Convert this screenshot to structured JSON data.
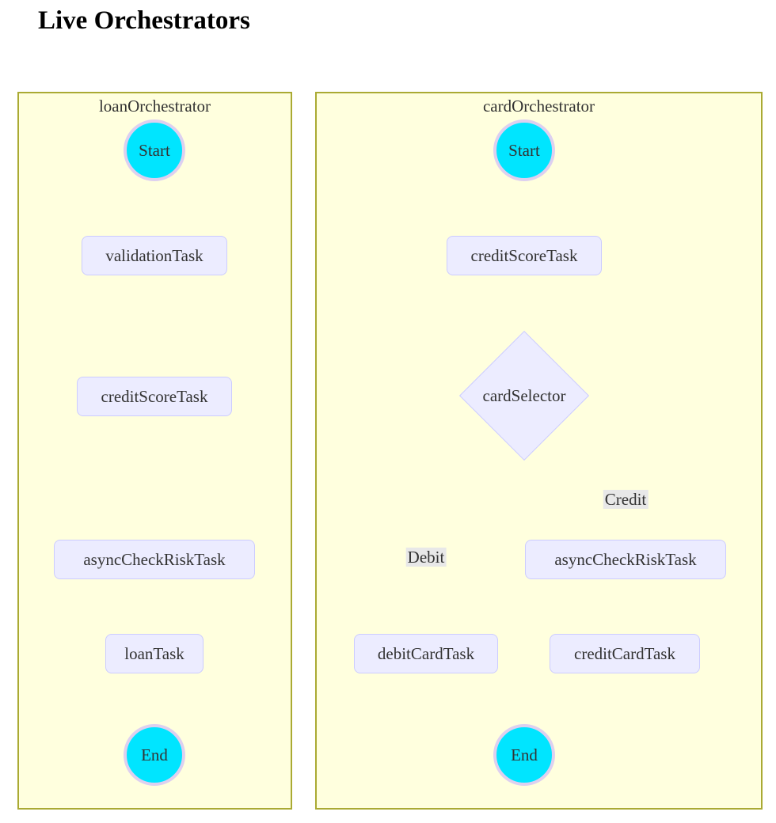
{
  "page": {
    "title": "Live Orchestrators",
    "background": "#ffffff"
  },
  "colors": {
    "subgraph_fill": "#ffffde",
    "subgraph_border": "#aaaa33",
    "task_fill": "#ececff",
    "task_border": "#ccccff",
    "terminal_fill": "#00e5ff",
    "terminal_border": "#ddd0f0",
    "edge_stroke": "#333333",
    "edge_label_bg": "#e8e8e8",
    "text": "#333333"
  },
  "diagram": {
    "type": "flowchart",
    "direction": "TB",
    "subgraphs": [
      {
        "id": "loanOrchestrator",
        "title": "loanOrchestrator",
        "nodes": [
          {
            "id": "loan-start",
            "label": "Start",
            "shape": "circle"
          },
          {
            "id": "loan-n1",
            "label": "validationTask",
            "shape": "rounded-rect"
          },
          {
            "id": "loan-n2",
            "label": "creditScoreTask",
            "shape": "rounded-rect"
          },
          {
            "id": "loan-n3",
            "label": "asyncCheckRiskTask",
            "shape": "rounded-rect"
          },
          {
            "id": "loan-n4",
            "label": "loanTask",
            "shape": "rounded-rect"
          },
          {
            "id": "loan-end",
            "label": "End",
            "shape": "circle"
          }
        ],
        "edges": [
          {
            "from": "loan-start",
            "to": "loan-n1",
            "label": ""
          },
          {
            "from": "loan-n1",
            "to": "loan-n2",
            "label": ""
          },
          {
            "from": "loan-n2",
            "to": "loan-n3",
            "label": ""
          },
          {
            "from": "loan-n3",
            "to": "loan-n4",
            "label": ""
          },
          {
            "from": "loan-n4",
            "to": "loan-end",
            "label": ""
          }
        ]
      },
      {
        "id": "cardOrchestrator",
        "title": "cardOrchestrator",
        "nodes": [
          {
            "id": "card-start",
            "label": "Start",
            "shape": "circle"
          },
          {
            "id": "card-n1",
            "label": "creditScoreTask",
            "shape": "rounded-rect"
          },
          {
            "id": "card-sel",
            "label": "cardSelector",
            "shape": "diamond"
          },
          {
            "id": "card-n2",
            "label": "asyncCheckRiskTask",
            "shape": "rounded-rect"
          },
          {
            "id": "card-n3",
            "label": "debitCardTask",
            "shape": "rounded-rect"
          },
          {
            "id": "card-n4",
            "label": "creditCardTask",
            "shape": "rounded-rect"
          },
          {
            "id": "card-end",
            "label": "End",
            "shape": "circle"
          }
        ],
        "edges": [
          {
            "from": "card-start",
            "to": "card-n1",
            "label": ""
          },
          {
            "from": "card-n1",
            "to": "card-sel",
            "label": ""
          },
          {
            "from": "card-sel",
            "to": "card-n3",
            "label": "Debit"
          },
          {
            "from": "card-sel",
            "to": "card-n2",
            "label": "Credit"
          },
          {
            "from": "card-n2",
            "to": "card-n4",
            "label": ""
          },
          {
            "from": "card-n3",
            "to": "card-end",
            "label": ""
          },
          {
            "from": "card-n4",
            "to": "card-end",
            "label": ""
          }
        ]
      }
    ],
    "edge_labels": [
      {
        "id": "label-debit",
        "text": "Debit"
      },
      {
        "id": "label-credit",
        "text": "Credit"
      }
    ]
  }
}
